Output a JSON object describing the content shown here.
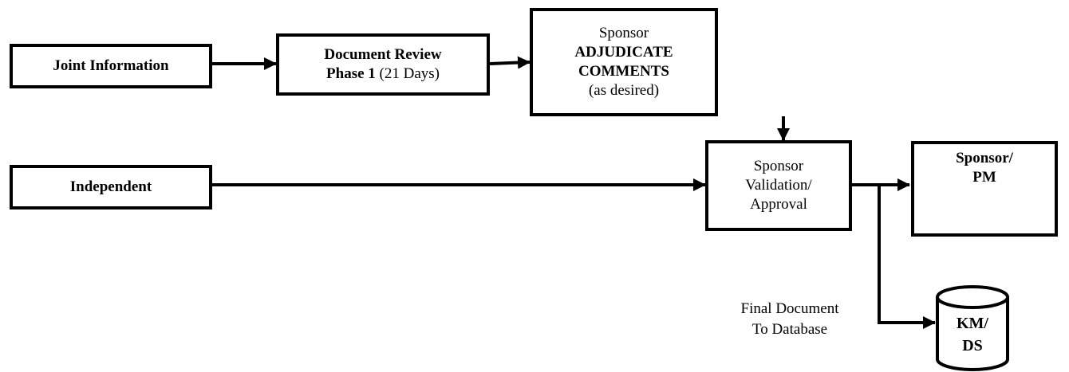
{
  "nodes": {
    "joint_information": {
      "label": "Joint Information"
    },
    "document_review": {
      "line1": "Document Review",
      "line2_bold": "Phase 1",
      "line2_rest": " (21 Days)"
    },
    "adjudicate": {
      "line1": "Sponsor",
      "line2": "ADJUDICATE",
      "line3": "COMMENTS",
      "line4": "(as desired)"
    },
    "independent": {
      "label": "Independent"
    },
    "validation": {
      "line1": "Sponsor",
      "line2": "Validation/",
      "line3": "Approval"
    },
    "sponsor_pm": {
      "line1": "Sponsor/",
      "line2": "PM"
    },
    "km_ds": {
      "line1": "KM/",
      "line2": "DS"
    }
  },
  "annotations": {
    "final_document": {
      "line1": "Final Document",
      "line2": "To Database"
    }
  },
  "colors": {
    "stroke": "#000000",
    "fill": "#ffffff"
  }
}
